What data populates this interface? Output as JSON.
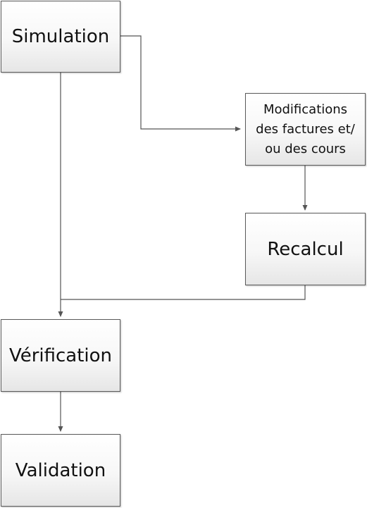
{
  "diagram": {
    "colors": {
      "box_border": "#5a5a5a",
      "connector": "#555555",
      "text": "#111111"
    },
    "nodes": {
      "simulation": {
        "label": "Simulation"
      },
      "modifications": {
        "lines": [
          "Modifications",
          "des factures et/",
          "ou des cours"
        ]
      },
      "recalcul": {
        "label": "Recalcul"
      },
      "verification": {
        "label": "Vérification"
      },
      "validation": {
        "label": "Validation"
      }
    }
  }
}
